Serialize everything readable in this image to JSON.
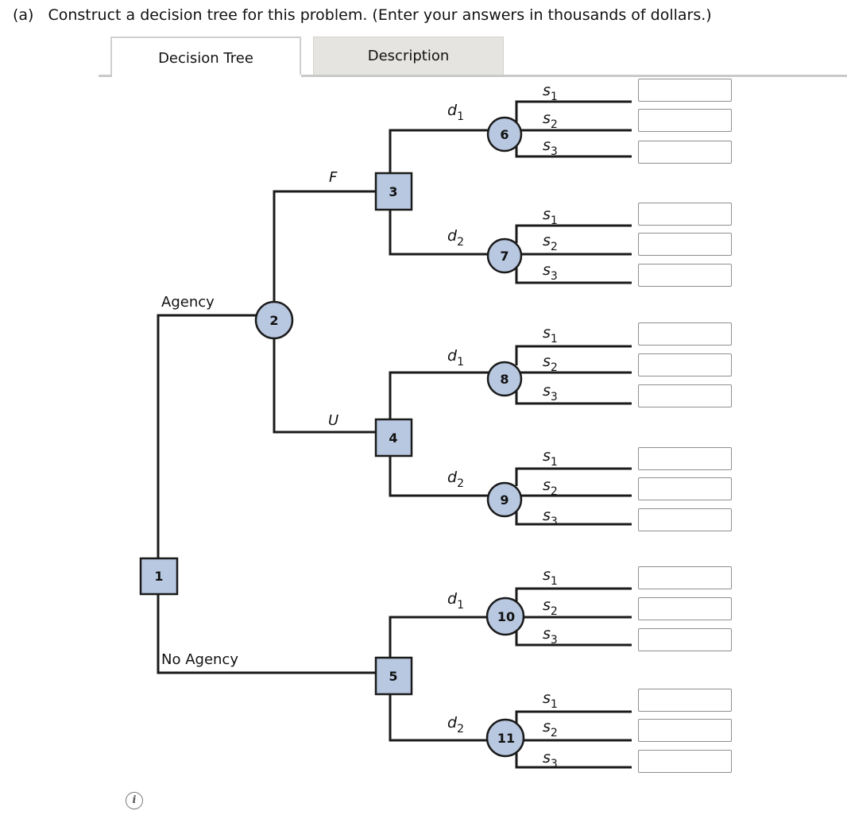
{
  "question": {
    "part_label": "(a)",
    "text": "Construct a decision tree for this problem. (Enter your answers in thousands of dollars.)"
  },
  "tabs": [
    {
      "label": "Decision Tree",
      "active": true
    },
    {
      "label": "Description",
      "active": false
    }
  ],
  "tree": {
    "decision_nodes": [
      "1",
      "3",
      "4",
      "5"
    ],
    "chance_nodes": [
      "2",
      "6",
      "7",
      "8",
      "9",
      "10",
      "11"
    ],
    "branch_labels": {
      "agency": "Agency",
      "no_agency": "No Agency",
      "favorable": "F",
      "unfavorable": "U",
      "d1": "d",
      "d2": "d",
      "d1_sub": "1",
      "d2_sub": "2"
    },
    "state_labels": [
      {
        "s": "s",
        "sub": "1"
      },
      {
        "s": "s",
        "sub": "2"
      },
      {
        "s": "s",
        "sub": "3"
      }
    ],
    "node_fill": "#b8c8e0"
  },
  "answers": [
    "",
    "",
    "",
    "",
    "",
    "",
    "",
    "",
    "",
    "",
    "",
    "",
    "",
    "",
    "",
    "",
    "",
    ""
  ],
  "info_icon": "i"
}
